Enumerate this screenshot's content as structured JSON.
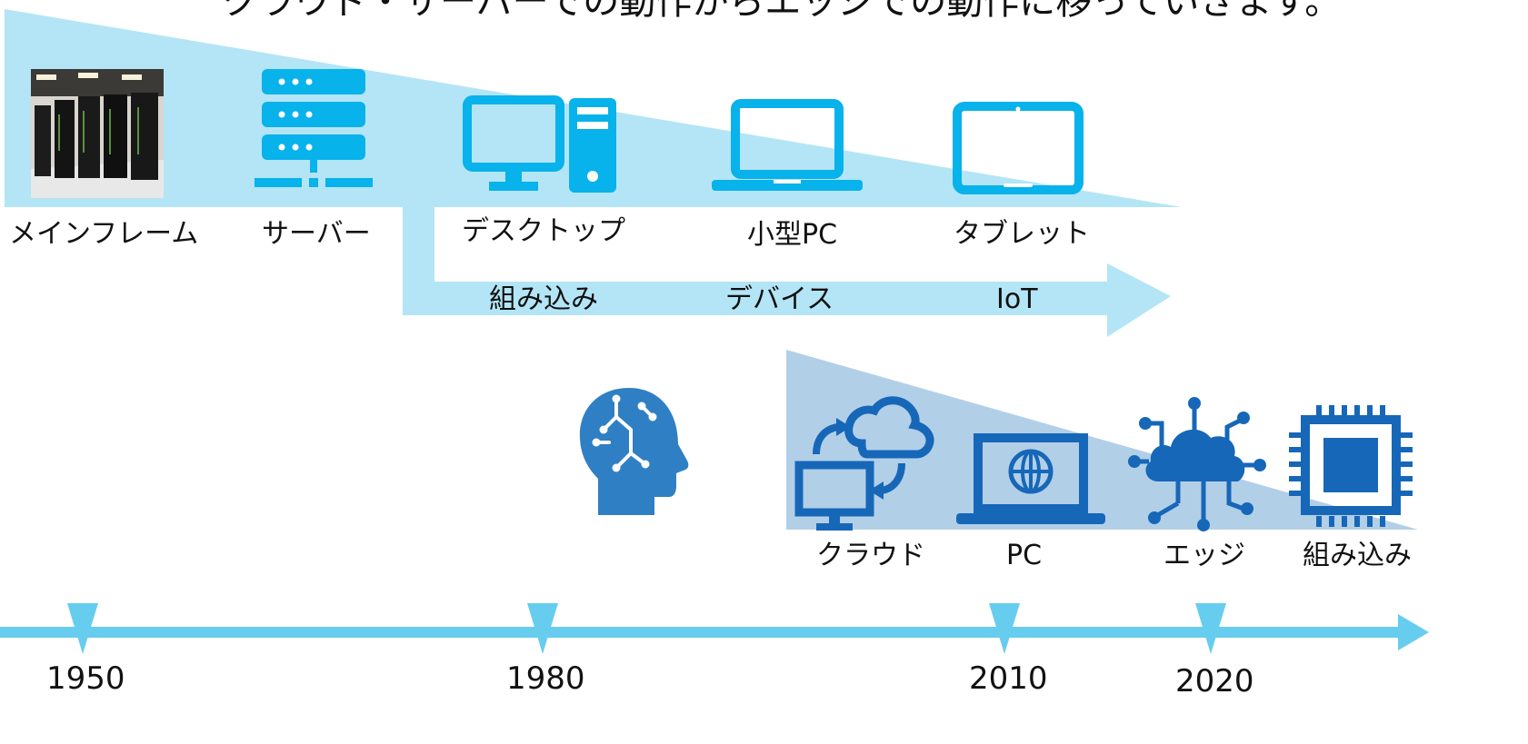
{
  "title": "クラウド・サーバーでの動作からエッジでの動作に移っていきます。",
  "top_section": {
    "devices": [
      {
        "label": "メインフレーム",
        "icon": "mainframe-photo"
      },
      {
        "label": "サーバー",
        "icon": "server-icon"
      },
      {
        "label": "デスクトップ",
        "icon": "desktop-icon"
      },
      {
        "label": "小型PC",
        "icon": "laptop-icon"
      },
      {
        "label": "タブレット",
        "icon": "tablet-icon"
      }
    ],
    "embedded_arrow": {
      "labels": [
        "組み込み",
        "デバイス",
        "IoT"
      ]
    }
  },
  "ai_section": {
    "icon": "ai-brain-icon",
    "devices": [
      {
        "label": "クラウド",
        "icon": "cloud-sync-icon"
      },
      {
        "label": "PC",
        "icon": "laptop-globe-icon"
      },
      {
        "label": "エッジ",
        "icon": "edge-cloud-icon"
      },
      {
        "label": "組み込み",
        "icon": "chip-icon"
      }
    ]
  },
  "timeline": {
    "years": [
      "1950",
      "1980",
      "2010",
      "2020"
    ]
  },
  "colors": {
    "light_blue": "#b3e5f6",
    "icon_cyan": "#08b2ea",
    "timeline_blue": "#66cdef",
    "dark_blue": "#1f6fb8",
    "ai_wedge": "#b2cfe8"
  }
}
